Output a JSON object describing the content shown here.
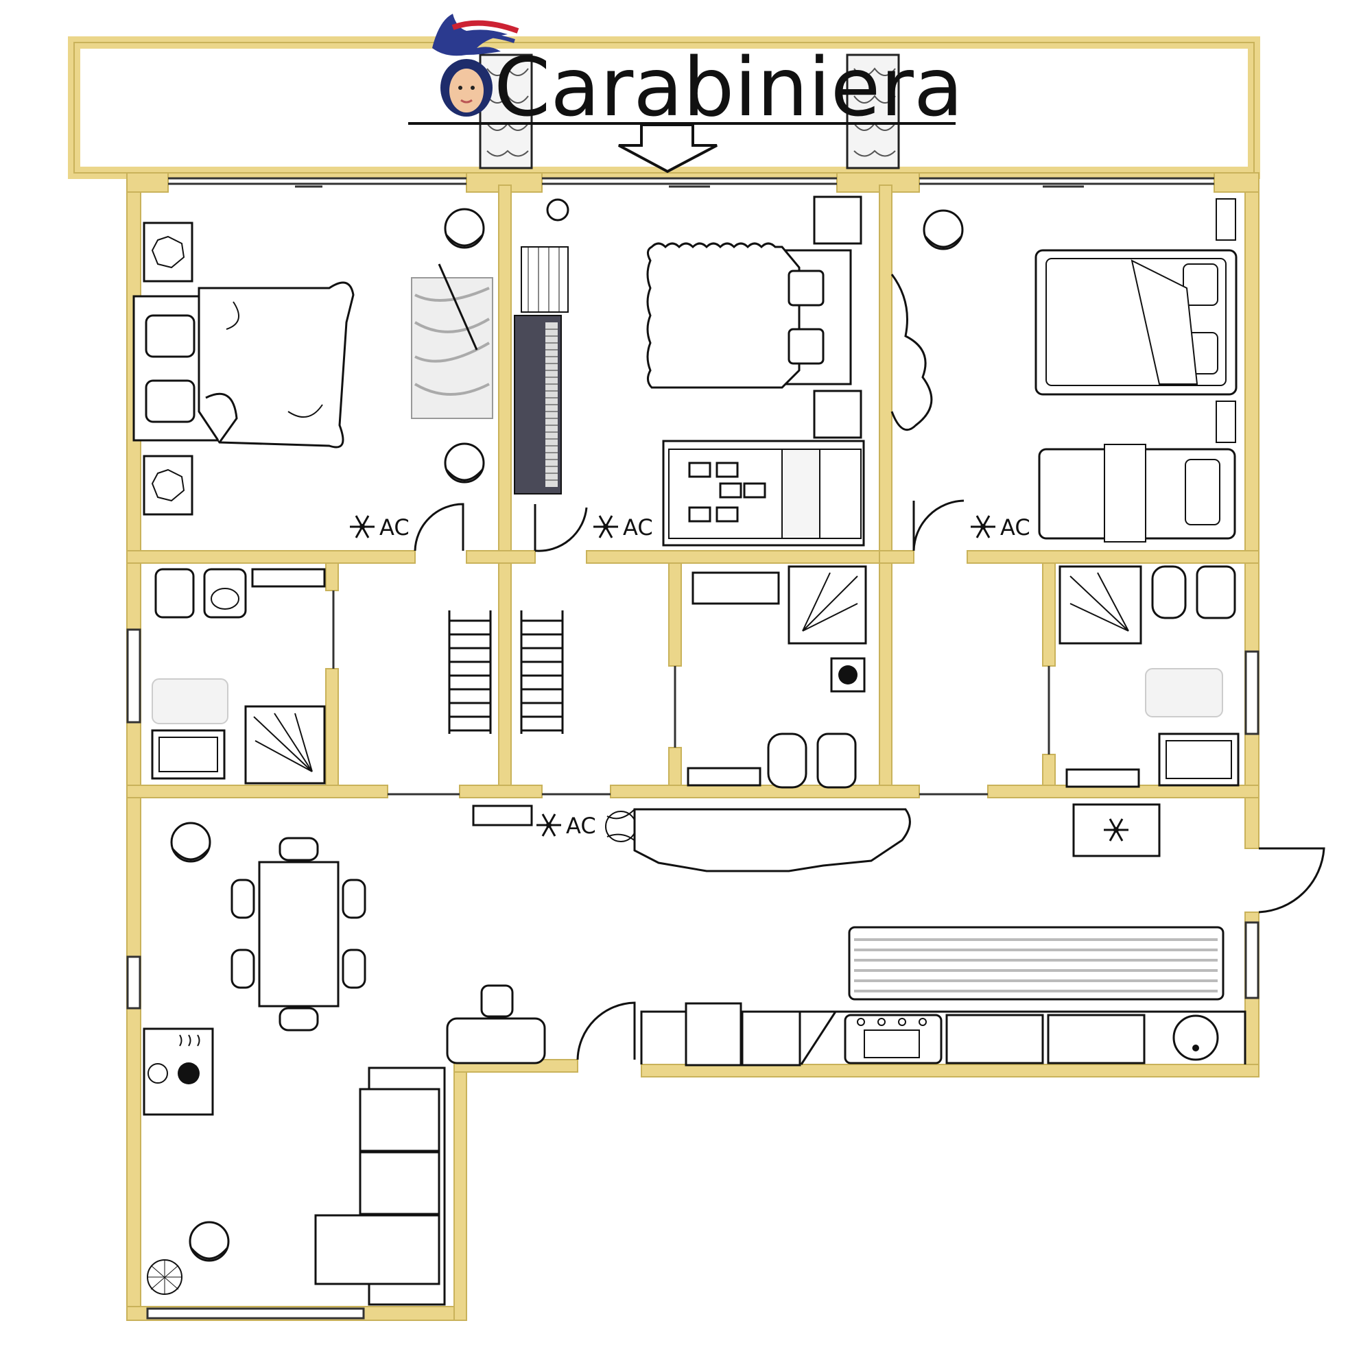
{
  "header": {
    "title": "Carabiniera",
    "logo": "carabiniera-avatar-icon"
  },
  "ac_units": [
    {
      "label": "AC"
    },
    {
      "label": "AC"
    },
    {
      "label": "AC"
    },
    {
      "label": "AC"
    }
  ],
  "colors": {
    "wall": "#ebd68a",
    "wall_stroke": "#c9b25a",
    "line": "#111111",
    "fill_light": "#f2f2f2",
    "piano": "#4a4a58",
    "flag_blue": "#2b3a8f",
    "flag_red": "#cc2233"
  },
  "icons": [
    "snowflake-icon",
    "fan-icon",
    "heater-icon",
    "arrow-down-icon",
    "piano-icon",
    "bed-icon",
    "sofa-icon",
    "toilet-icon",
    "shower-icon",
    "sink-icon",
    "stove-icon",
    "plant-icon"
  ]
}
